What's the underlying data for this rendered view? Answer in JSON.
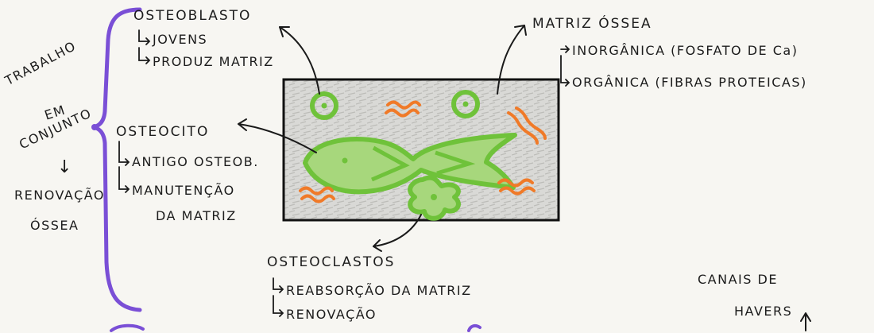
{
  "left_group": {
    "line1": "TRABALHO",
    "line2": "EM",
    "line3": "CONJUNTO",
    "arrow": "↓",
    "line4": "RENOVAÇÃO",
    "line5": "ÓSSEA"
  },
  "osteoblasto": {
    "title": "OSTEOBLASTO",
    "items": [
      "JOVENS",
      "PRODUZ MATRIZ"
    ]
  },
  "osteocito": {
    "title": "OSTEOCITO",
    "items": [
      "ANTIGO OSTEOB.",
      "MANUTENÇÃO",
      "DA MATRIZ"
    ]
  },
  "osteoclastos": {
    "title": "OSTEOCLASTOS",
    "items": [
      "REABSORÇÃO DA MATRIZ",
      "RENOVAÇÃO"
    ]
  },
  "matriz": {
    "title": "MATRIZ ÓSSEA",
    "items": [
      "INORGÂNICA (FOSFATO DE Ca)",
      "ORGÂNICA (FIBRAS PROTEICAS)"
    ]
  },
  "canais": {
    "line1": "CANAIS DE",
    "line2": "HAVERS"
  },
  "colors": {
    "ink": "#1c1c1c",
    "bracket": "#7a4fd6",
    "cells": "#6fc23a",
    "fibers": "#f07a28",
    "matrix": "#cfcfcf"
  }
}
